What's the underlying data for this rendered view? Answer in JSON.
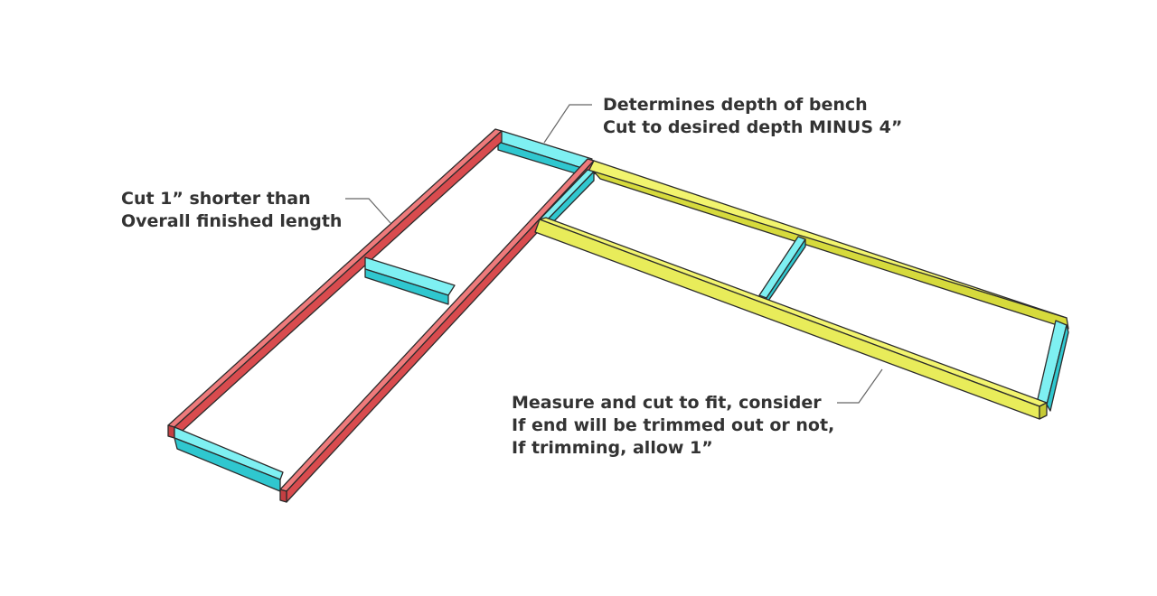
{
  "annotations": {
    "depth": {
      "line1": "Determines depth of bench",
      "line2": "Cut to desired depth MINUS 4”"
    },
    "length": {
      "line1": "Cut 1” shorter than",
      "line2": "Overall finished length"
    },
    "measure": {
      "line1": "Measure and cut to fit, consider",
      "line2": "If end will be trimmed out or not,",
      "line3": "If trimming, allow 1”"
    }
  },
  "colors": {
    "long_rail": "#e15759",
    "cross_piece": "#45e6ea",
    "fit_rail": "#e8ec5a",
    "outline": "#2b2b2b",
    "leader": "#666666",
    "text": "#333333"
  }
}
